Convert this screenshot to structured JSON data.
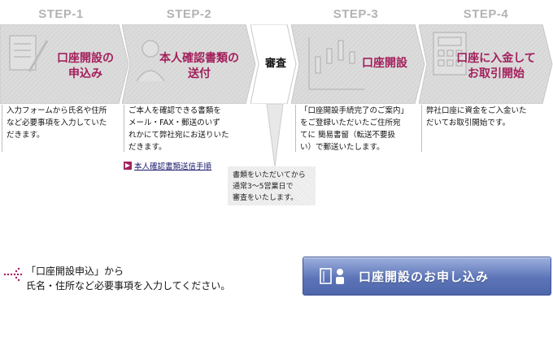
{
  "steps": [
    {
      "label": "STEP-1",
      "title_line1": "口座開設の",
      "title_line2": "申込み",
      "desc": "入力フォームから氏名や住所\nなど必要事項を入力していた\nだきます。"
    },
    {
      "label": "STEP-2",
      "title_line1": "本人確認書類の",
      "title_line2": "送付",
      "desc": "ご本人を確認できる書類を\nメール・FAX・郵送のいず\nれかにて弊社宛にお送りいた\nだきます。"
    },
    {
      "label": "",
      "title_line1": "審査",
      "title_line2": "",
      "desc": ""
    },
    {
      "label": "STEP-3",
      "title_line1": "口座開設",
      "title_line2": "",
      "desc": "「口座開設手続完了のご案内」\nをご登録いただいたご住所宛\nてに 簡易書留（転送不要扱\nい）で郵送いたします。"
    },
    {
      "label": "STEP-4",
      "title_line1": "口座に入金して",
      "title_line2": "お取引開始",
      "desc": "弊社口座に資金をご入金いた\nだいてお取引開始です。"
    }
  ],
  "link": {
    "text": "本人確認書類送信手順",
    "bullet": "▶"
  },
  "callout": "書類をいただいてから\n通常3～5営業日で\n審査をいたします。",
  "bottom_note": "「口座開設申込」から\n氏名・住所など必要事項を入力してください。",
  "cta": {
    "label": "口座開設のお申し込み"
  },
  "colors": {
    "accent": "#a3205c",
    "arrow_fill": "#d9d9d9",
    "button": "#5d75b8"
  }
}
